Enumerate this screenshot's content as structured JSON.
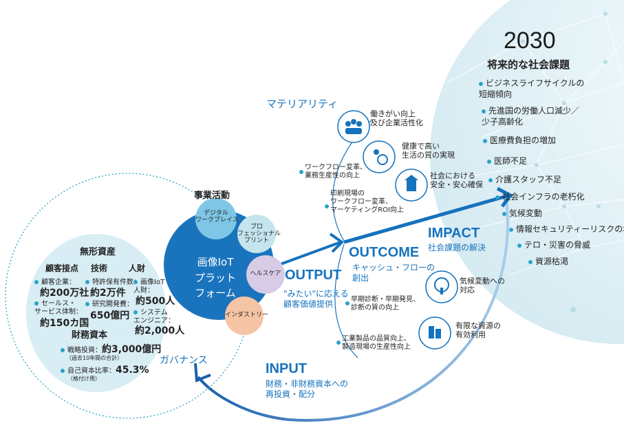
{
  "future": {
    "year": "2030",
    "title": "将来的な社会課題",
    "issues": [
      "ビジネスライフサイクルの\n短縮傾向",
      "先進国の労働人口減少／\n少子高齢化",
      "医療費負担の増加",
      "医師不足",
      "介護スタッフ不足",
      "社会インフラの老朽化",
      "気候変動",
      "情報セキュリティーリスクの増大",
      "テロ・災害の脅威",
      "資源枯渇"
    ]
  },
  "materiality": {
    "title": "マテリアリティ",
    "items": [
      {
        "label": "働きがい向上\n及び企業活性化",
        "icon": "people-group-icon"
      },
      {
        "label": "健康で高い\n生活の質の実現",
        "icon": "wheelchair-care-icon"
      },
      {
        "label": "社会における\n安全・安心確保",
        "icon": "shield-building-icon"
      },
      {
        "label": "気候変動への\n対応",
        "icon": "globe-thermometer-icon"
      },
      {
        "label": "有限な資源の\n有効利用",
        "icon": "recycle-building-icon"
      }
    ]
  },
  "outcomes": {
    "upper": [
      "ワークフロー変革、\n業務生産性の向上",
      "印刷現場の\nワークフロー変革、\nマーケティングROI向上"
    ],
    "lower": [
      "早期診断・早期発見、\n診断の質の向上",
      "工業製品の品質向上、\n製造現場の生産性向上"
    ]
  },
  "stages": {
    "output": {
      "title": "OUTPUT",
      "sub": "\"みたい\"に応える\n顧客価値提供"
    },
    "outcome": {
      "title": "OUTCOME",
      "sub": "キャッシュ・フローの\n創出"
    },
    "impact": {
      "title": "IMPACT",
      "sub": "社会課題の解決"
    },
    "input": {
      "title": "INPUT",
      "sub": "財務・非財務資本への\n再投資・配分"
    }
  },
  "business": {
    "title": "事業活動",
    "platform": "画像IoT\nプラット\nフォーム",
    "bubbles": [
      "デジタル\nワークプレイス",
      "プロ\nフェッショナル\nプリント",
      "ヘルスケア",
      "インダストリー"
    ]
  },
  "capital": {
    "intangible_title": "無形資産",
    "customer": {
      "header": "顧客接点",
      "l1": "顧客企業：",
      "v1": "約200万社",
      "l2": "セールス・\nサービス体制：",
      "v2": "約150カ国"
    },
    "tech": {
      "header": "技術",
      "l1": "特許保有件数：",
      "v1": "約2万件",
      "l2": "研究開発費：",
      "v2": "650億円"
    },
    "people": {
      "header": "人財",
      "l1": "画像IoT\n人財：",
      "v1": "約500人",
      "l2": "システム\nエンジニア：",
      "v2": "約2,000人"
    },
    "financial": {
      "title": "財務資本",
      "l1": "戦略投資：",
      "v1": "約3,000億円",
      "n1": "（過去10年間の合計）",
      "l2": "自己資本比率：",
      "v2": "45.3%",
      "n2": "（格付け用）"
    },
    "governance": "ガバナンス"
  },
  "colors": {
    "accent": "#1572bd",
    "platform": "#1a74bd",
    "light_sphere": "#dff0f5",
    "digital": "#7fc6e6",
    "pro": "#c4e4ee",
    "health": "#d7cbe6",
    "industry": "#f5c4a4"
  }
}
